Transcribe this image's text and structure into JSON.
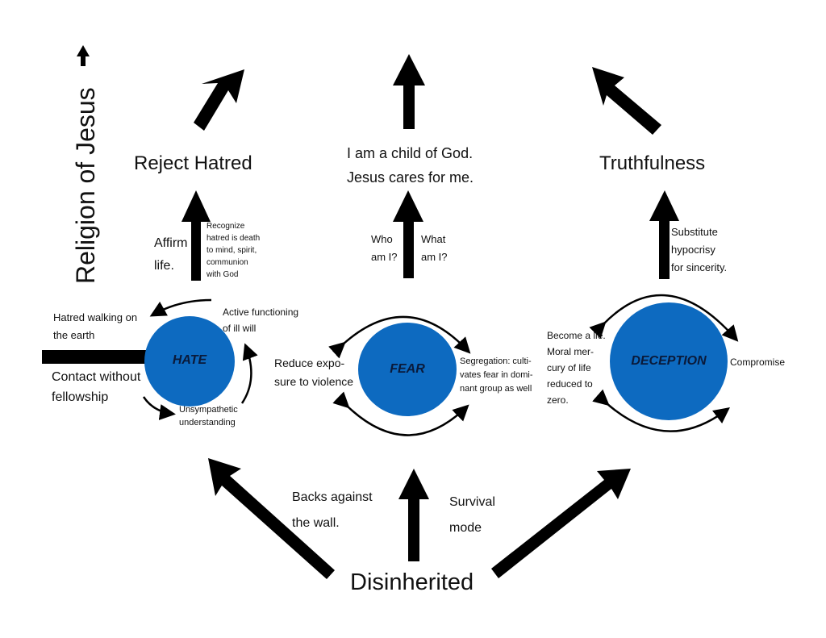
{
  "colors": {
    "circle_fill": "#0d6ac0",
    "arrow": "#000000",
    "text": "#111111"
  },
  "side_label": "Religion of Jesus",
  "bottom_label": "Disinherited",
  "bottom_arrows": {
    "left_label": "Backs against\nthe wall.",
    "right_label": "Survival\nmode"
  },
  "hate": {
    "title": "HATE",
    "outcome": "Reject Hatred",
    "affirm": "Affirm\nlife.",
    "recognize": "Recognize\nhatred is death\nto mind, spirit,\ncommunion\nwith God",
    "cycle_top_left": "Hatred walking on\nthe earth",
    "cycle_top_right": "Active functioning\nof ill will",
    "cycle_bottom_left": "Contact without\nfellowship",
    "cycle_bottom_right": "Unsympathetic\nunderstanding"
  },
  "fear": {
    "title": "FEAR",
    "outcome": "I am a child of God.\nJesus cares for me.",
    "who": "Who\nam I?",
    "what": "What\nam I?",
    "left": "Reduce expo-\nsure to violence",
    "right": "Segregation: culti-\nvates fear in domi-\nnant group as well"
  },
  "deception": {
    "title": "DECEPTION",
    "outcome": "Truthfulness",
    "substitute": "Substitute\nhypocrisy\nfor sincerity.",
    "left": "Become a lie.\nMoral mer-\ncury of life\nreduced to\nzero.",
    "right": "Compromise"
  }
}
